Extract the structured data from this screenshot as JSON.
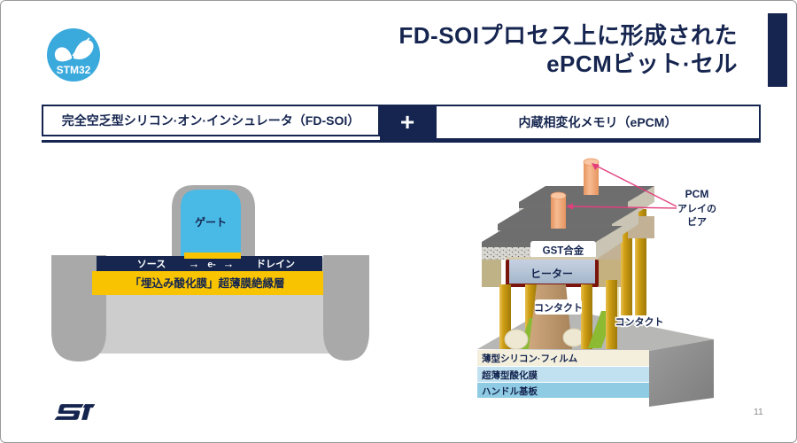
{
  "slide": {
    "title": {
      "line1": "FD-SOIプロセス上に形成された",
      "line2": "ePCMビット·セル"
    },
    "page_number": "11",
    "stm32_logo_text": "STM32",
    "colors": {
      "navy": "#15254F",
      "yellow": "#F8C301",
      "gate_cyan": "#49B9E6",
      "stm32_blue": "#3AA9DC",
      "arrow_pink": "#E23D7C"
    }
  },
  "formula_bar": {
    "left": "完全空乏型シリコン·オン·インシュレータ（FD-SOI）",
    "operator": "+",
    "right": "内蔵相変化メモリ（ePCM）"
  },
  "fdsoi": {
    "gate": "ゲート",
    "source": "ソース",
    "drain": "ドレイン",
    "electron": "e-",
    "arrow_left": "→",
    "arrow_right": "→",
    "box_label": "「埋込み酸化膜」超薄膜絶縁層"
  },
  "epcm": {
    "via_label": {
      "line1": "PCM",
      "line2": "アレイの",
      "line3": "ビア"
    },
    "gst_label": "GST合金",
    "heater_label": "ヒーター",
    "contact_front": "コンタクト",
    "contact_right": "コンタクト",
    "layers": [
      "薄型シリコン·フィルム",
      "超薄型酸化膜",
      "ハンドル基板"
    ]
  }
}
